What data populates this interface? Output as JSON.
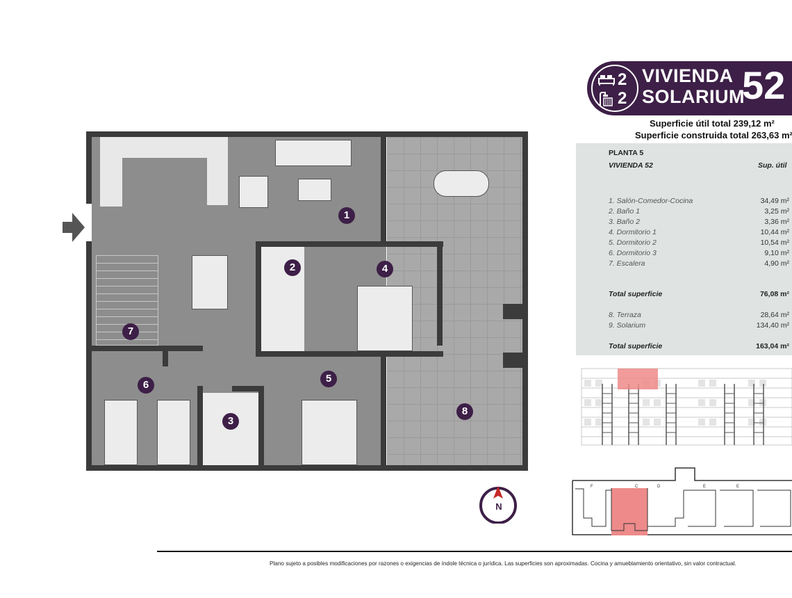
{
  "header": {
    "bedrooms_count": "2",
    "bathrooms_count": "2",
    "title_line1": "VIVIENDA",
    "title_line2": "SOLARIUM",
    "unit_number": "52",
    "superficie_util": "Superficie útil total 239,12 m²",
    "superficie_construida": "Superficie construida total 263,63 m²"
  },
  "table": {
    "floor": "PLANTA 5",
    "unit": "VIVIENDA 52",
    "col_header": "Sup. útil",
    "rooms": [
      {
        "name": "1. Salón-Comedor-Cocina",
        "area": "34,49 m²"
      },
      {
        "name": "2. Baño 1",
        "area": "3,25 m²"
      },
      {
        "name": "3. Baño 2",
        "area": "3,36 m²"
      },
      {
        "name": "4. Dormitorio 1",
        "area": "10,44 m²"
      },
      {
        "name": "5. Dormitorio 2",
        "area": "10,54 m²"
      },
      {
        "name": "6. Dormitorio 3",
        "area": "9,10 m²"
      },
      {
        "name": "7. Escalera",
        "area": "4,90 m²"
      }
    ],
    "total1_label": "Total superficie",
    "total1_value": "76,08 m²",
    "extras": [
      {
        "name": "8. Terraza",
        "area": "28,64 m²"
      },
      {
        "name": "9. Solarium",
        "area": "134,40 m²"
      }
    ],
    "total2_label": "Total superficie",
    "total2_value": "163,04 m²"
  },
  "plan": {
    "room_numbers": [
      "1",
      "2",
      "3",
      "4",
      "5",
      "6",
      "7",
      "8"
    ]
  },
  "keyplan": {
    "labels": [
      "F",
      "C",
      "D",
      "E",
      "E"
    ]
  },
  "compass": {
    "label": "N"
  },
  "footer": {
    "disclaimer": "Plano sujeto a posibles modificaciones por razones o exigencias de índole técnica o jurídica. Las superficies son aproximadas. Cocina y amueblamiento orientativo, sin valor contractual."
  },
  "colors": {
    "brand": "#3d1f47",
    "interior_floor": "#8d8d8d",
    "terrace_floor": "#a9a9a9",
    "walls": "#3b3b3b",
    "highlight": "#ee8a8a"
  }
}
